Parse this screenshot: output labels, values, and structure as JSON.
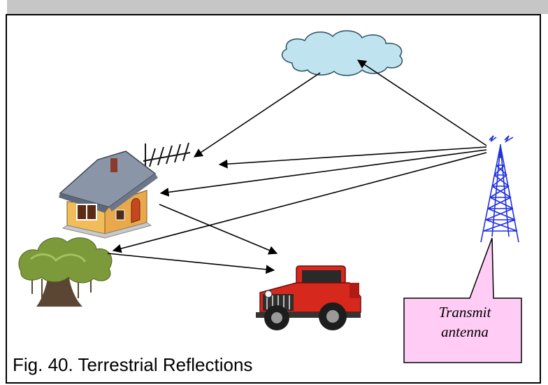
{
  "caption": "Fig. 40. Terrestrial Reflections",
  "callout": {
    "line1": "Transmit",
    "line2": "antenna"
  },
  "colors": {
    "cloud_fill": "#bfe3ef",
    "tower_blue": "#1e2fe0",
    "callout_fill": "#ffccf5",
    "house_wall": "#f5c96a",
    "house_roof": "#8a95a8",
    "jeep_red": "#d7281e",
    "tree_green": "#7c9a3a",
    "topbar_gray": "#c6c6c6"
  },
  "icons": [
    "cloud-icon",
    "house-icon",
    "tv-antenna-icon",
    "tree-icon",
    "jeep-icon",
    "transmit-tower-icon"
  ]
}
